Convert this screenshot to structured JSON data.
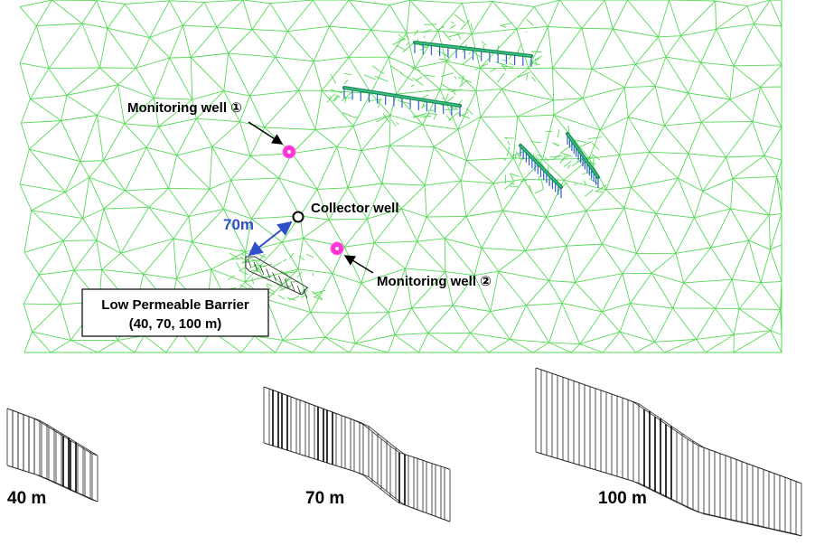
{
  "labels": {
    "monitoring_well_1": "Monitoring well ①",
    "monitoring_well_2": "Monitoring well ②",
    "collector_well": "Collector well",
    "distance": "70m",
    "barrier_line1": "Low Permeable Barrier",
    "barrier_line2": "(40, 70, 100 m)"
  },
  "barrier_variants": [
    {
      "label": "40  m",
      "length_m": 40
    },
    {
      "label": "70  m",
      "length_m": 70
    },
    {
      "label": "100  m",
      "length_m": 100
    }
  ],
  "colors": {
    "mesh": "#57d957",
    "drain_main": "#1a8a5a",
    "drain_branch": "#2f5fd0",
    "monitoring_well": "#ff33d6",
    "distance_arrow": "#2f50c8",
    "collector_well": "#000000"
  }
}
